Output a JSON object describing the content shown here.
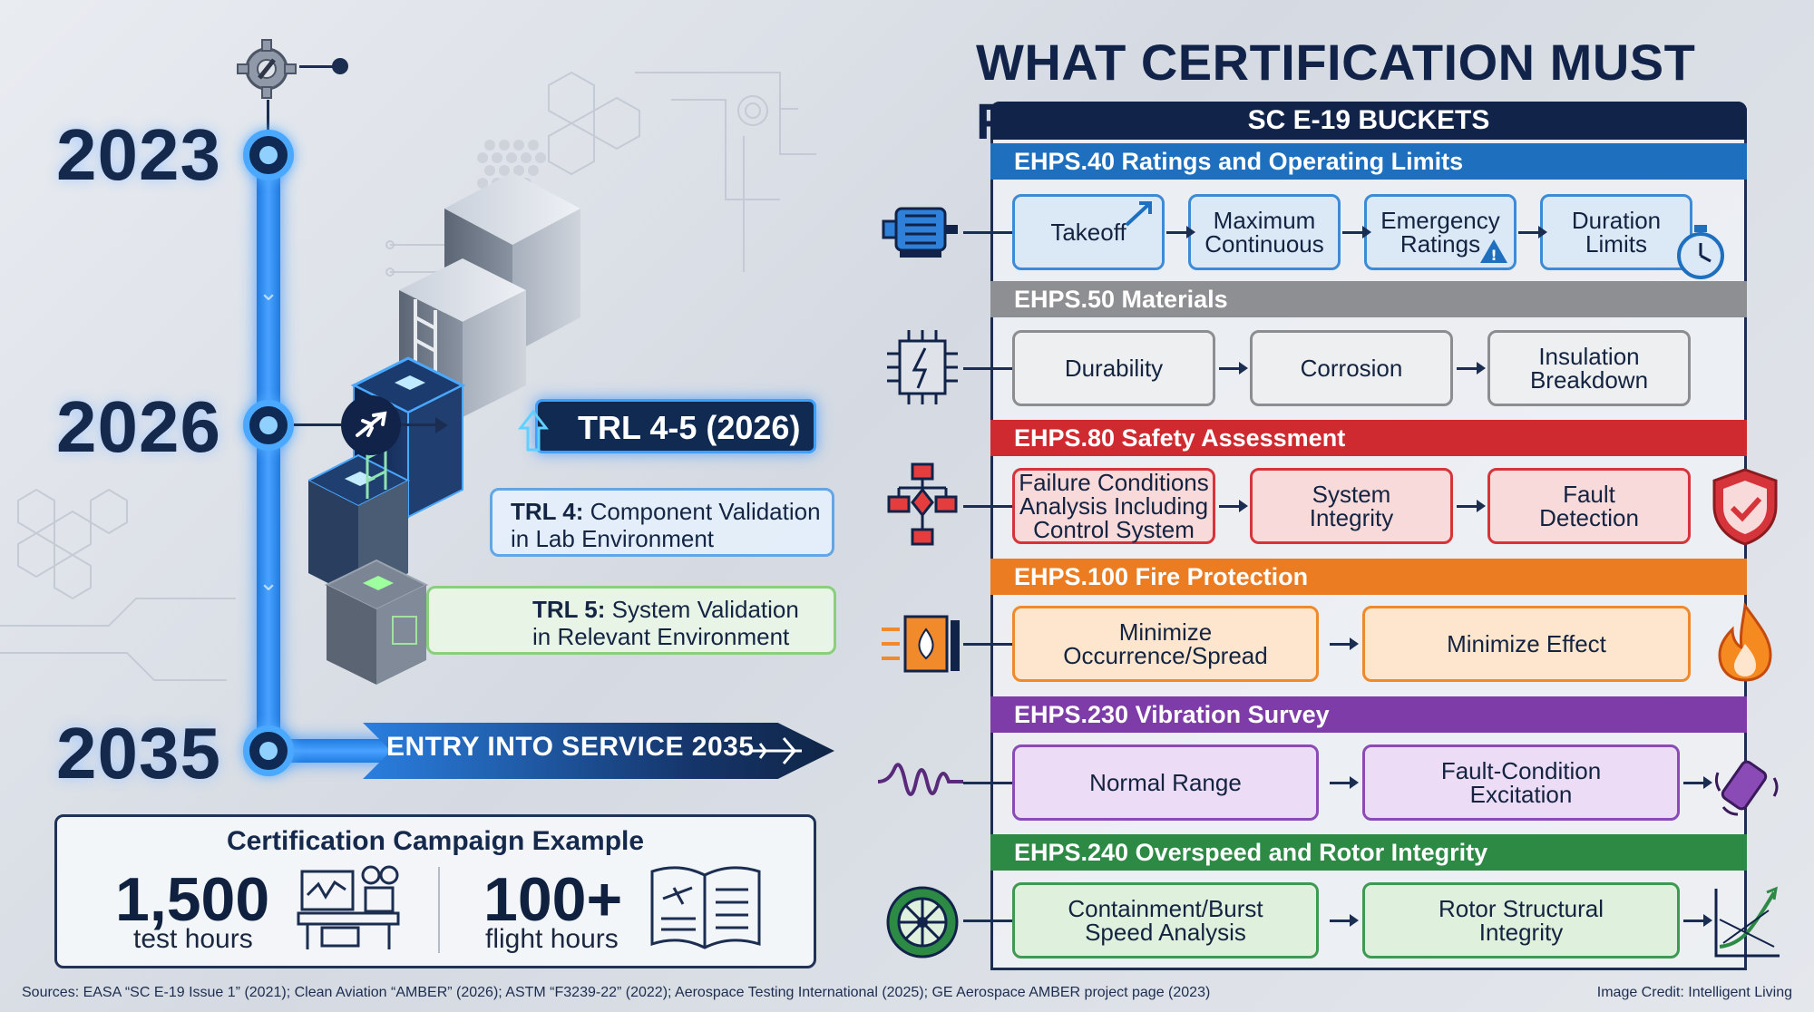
{
  "timeline": {
    "years": [
      "2023",
      "2026",
      "2035"
    ],
    "trl_main": "TRL 4-5 (2026)",
    "trl4_bold": "TRL 4:",
    "trl4_line1": "Component Validation",
    "trl4_line2": "in Lab Environment",
    "trl5_bold": "TRL 5:",
    "trl5_line1": "System Validation",
    "trl5_line2": "in Relevant Environment",
    "eis": "ENTRY INTO SERVICE 2035"
  },
  "campaign": {
    "title": "Certification Campaign Example",
    "test_value": "1,500",
    "test_label": "test hours",
    "flight_value": "100+",
    "flight_label": "flight hours"
  },
  "right": {
    "title": "WHAT CERTIFICATION MUST PROVE",
    "header": "SC E-19 BUCKETS",
    "sections": [
      {
        "title": "EHPS.40 Ratings and Operating Limits",
        "color": "#1f6fbf",
        "cards": [
          [
            "Takeoff"
          ],
          [
            "Maximum",
            "Continuous"
          ],
          [
            "Emergency",
            "Ratings"
          ],
          [
            "Duration",
            "Limits"
          ]
        ]
      },
      {
        "title": "EHPS.50 Materials",
        "color": "#8e8f93",
        "cards": [
          [
            "Durability"
          ],
          [
            "Corrosion"
          ],
          [
            "Insulation",
            "Breakdown"
          ]
        ]
      },
      {
        "title": "EHPS.80 Safety Assessment",
        "color": "#cf2a2f",
        "cards": [
          [
            "Failure Conditions",
            "Analysis Including",
            "Control System"
          ],
          [
            "System",
            "Integrity"
          ],
          [
            "Fault",
            "Detection"
          ]
        ]
      },
      {
        "title": "EHPS.100 Fire Protection",
        "color": "#ec7c22",
        "cards": [
          [
            "Minimize",
            "Occurrence/Spread"
          ],
          [
            "Minimize Effect"
          ]
        ]
      },
      {
        "title": "EHPS.230 Vibration Survey",
        "color": "#7d3ca8",
        "cards": [
          [
            "Normal Range"
          ],
          [
            "Fault-Condition",
            "Excitation"
          ]
        ]
      },
      {
        "title": "EHPS.240 Overspeed and Rotor Integrity",
        "color": "#2c8a45",
        "cards": [
          [
            "Containment/Burst",
            "Speed Analysis"
          ],
          [
            "Rotor Structural",
            "Integrity"
          ]
        ]
      }
    ]
  },
  "footer": {
    "sources": "Sources: EASA “SC E-19 Issue 1” (2021); Clean Aviation “AMBER” (2026); ASTM “F3239-22” (2022); Aerospace Testing International (2025); GE Aerospace AMBER project page (2023)",
    "credit": "Image Credit: Intelligent Living"
  },
  "colors": {
    "navy": "#12234a",
    "timeline_blue": "#2a86ea",
    "blue_bg": "#dbe9f7",
    "blue_border": "#3d8ad6",
    "gray_bg": "#eeeff1",
    "gray_border": "#8b8d91",
    "red_bg": "#f8dadb",
    "red_border": "#d5343a",
    "orange_bg": "#fde6cd",
    "orange_border": "#ee8a2c",
    "purple_bg": "#ecdcf5",
    "purple_border": "#8a4bb6",
    "green_bg": "#dff0dc",
    "green_border": "#3e9a52"
  }
}
